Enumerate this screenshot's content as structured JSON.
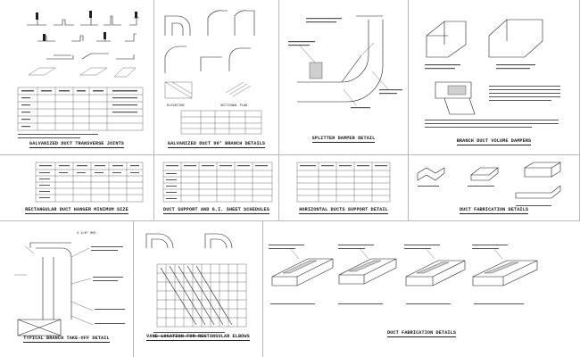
{
  "captions": {
    "c1": "GALVANIZED DUCT TRANSVERSE JOINTS",
    "c2": "GALVANIZED DUCT 90° BRANCH DETAILS",
    "c3": "SPLITTER DAMPER DETAIL",
    "c4": "BRANCH DUCT VOLUME DAMPERS",
    "c5": "RECTANGULAR DUCT HANGER MINIMUM SIZE",
    "c6": "DUCT SUPPORT AND G.I. SHEET SCHEDULES",
    "c7": "HORIZONTAL DUCTS SUPPORT DETAIL",
    "c8": "DUCT FABRICATION DETAILS",
    "c9": "TYPICAL BRANCH TAKE-OFF DETAIL",
    "c10": "VANE LOCATION FOR RECTANGULAR ELBOWS",
    "c11": "DUCT FABRICATION DETAILS"
  },
  "labels": {
    "elevation": "ELEVATION",
    "sectional_plan": "SECTIONAL PLAN",
    "rod_note": "3 3/8\" ROD"
  },
  "colors": {
    "line": "#1e1e1e",
    "border": "#b8b8b8",
    "fill": "#cfcfcf"
  }
}
